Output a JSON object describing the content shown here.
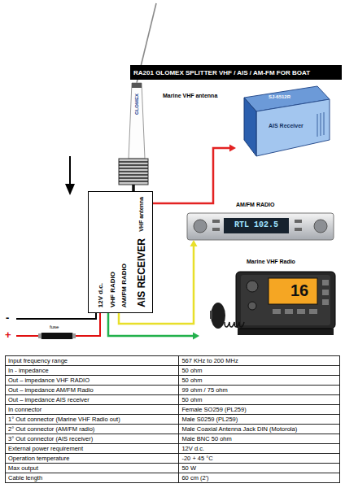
{
  "diagram": {
    "title": "RA201 GLOMEX SPLITTER VHF / AIS / AM-FM FOR BOAT",
    "nodes": [
      {
        "text": [
          "Marine VHF antenna",
          "GLOMEX"
        ]
      },
      {
        "text": [
          "VHF antenna",
          "AIS RECEIVER",
          "AM/FM RADIO",
          "VHF RADIO",
          "12V d.c."
        ]
      },
      {
        "text": [
          "SJ-6512R",
          "AIS Receiver"
        ]
      },
      {
        "text": [
          "AM/FM RADIO",
          "RTL 102.5"
        ]
      },
      {
        "text": [
          "Marine VHF Radio",
          "16"
        ]
      }
    ],
    "edges": [
      {
        "from": 0,
        "to": 1,
        "arrow": "none"
      },
      {
        "from": 1,
        "to": 2,
        "arrow": "to"
      },
      {
        "from": 1,
        "to": 3,
        "arrow": "to"
      },
      {
        "from": 1,
        "to": 4,
        "arrow": "to"
      }
    ],
    "labels": [
      "-",
      "+",
      "fuse",
      "Input frequency range",
      "567 KHz to 200 MHz",
      "In - impedance",
      "50 ohm",
      "Out – impedance VHF RADIO",
      "50 ohm",
      "Out – impedance AM/FM Radio",
      "99 ohm / 75 ohm",
      "Out – impedance AIS receiver",
      "50 ohm",
      "In connector",
      "Female SO259 (PL259)",
      "1° Out connector (Marine VHF Radio out)",
      "Male S0259 (PL259)",
      "2° Out connector (AM/FM radio)",
      "Male Coaxial Antenna Jack DIN (Motorola)",
      "3° Out connector (AIS receiver)",
      "Male BNC 50 ohm",
      "External power requirement",
      "12V d.c.",
      "Operation temperature",
      "-20 + 45 °C",
      "Max output",
      "50 W",
      "Cable length",
      "60 cm (2')"
    ]
  }
}
